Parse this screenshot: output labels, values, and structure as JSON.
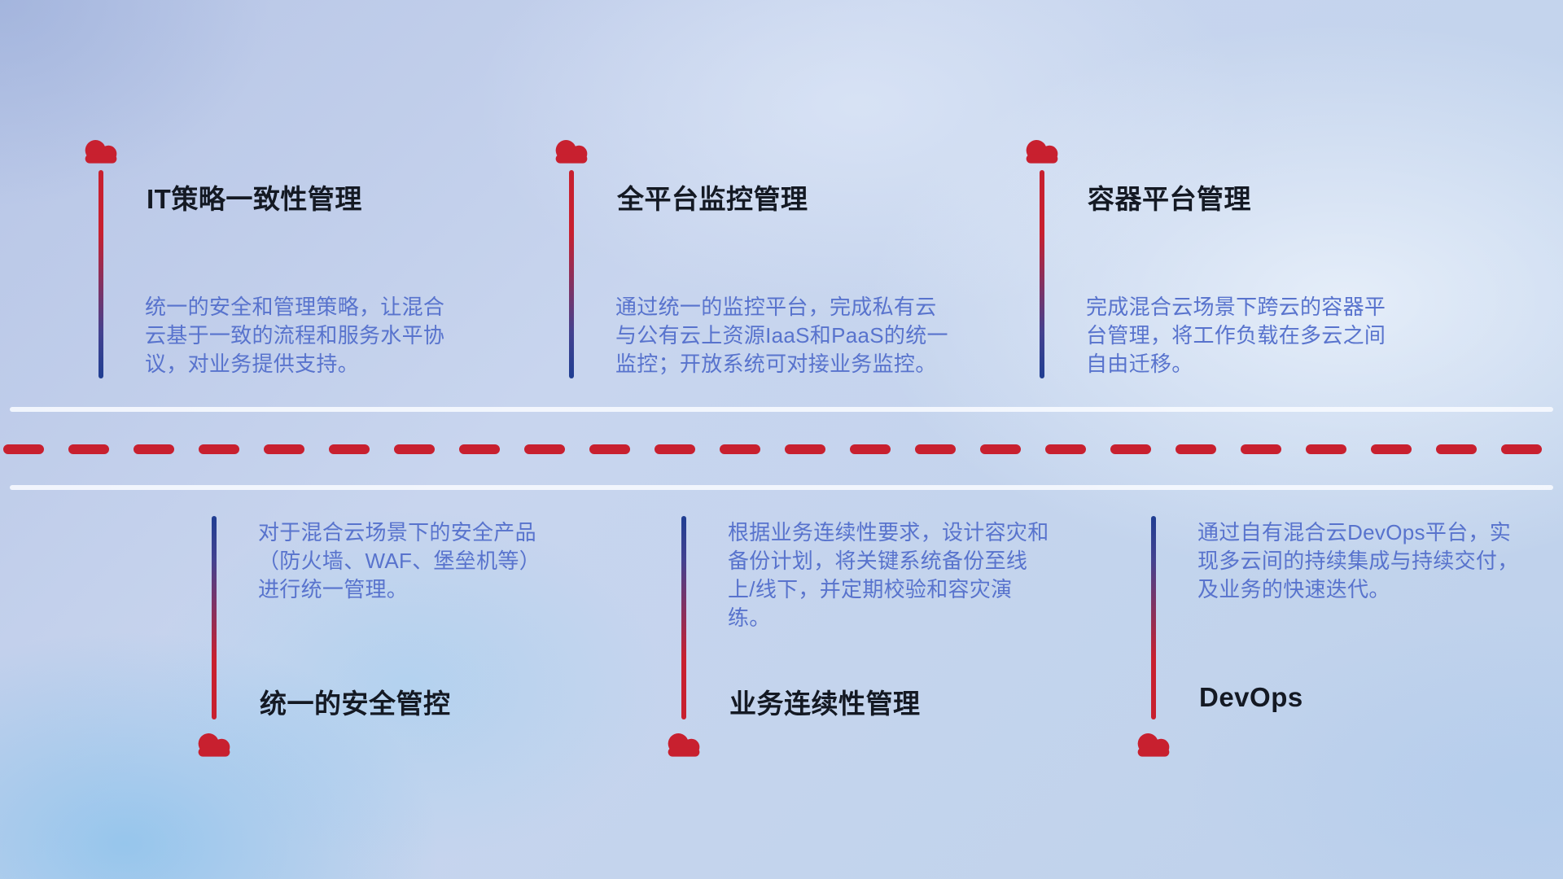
{
  "page": {
    "features_top": [
      {
        "title": "IT策略一致性管理",
        "description": "统一的安全和管理策略，让混合云基于一致的流程和服务水平协议，对业务提供支持。"
      },
      {
        "title": "全平台监控管理",
        "description": "通过统一的监控平台，完成私有云与公有云上资源IaaS和PaaS的统一监控；开放系统可对接业务监控。"
      },
      {
        "title": "容器平台管理",
        "description": "完成混合云场景下跨云的容器平台管理，将工作负载在多云之间自由迁移。"
      }
    ],
    "features_bottom": [
      {
        "title": "统一的安全管控",
        "description": "对于混合云场景下的安全产品（防火墙、WAF、堡垒机等）进行统一管理。"
      },
      {
        "title": "业务连续性管理",
        "description": "根据业务连续性要求，设计容灾和备份计划，将关键系统备份至线上/线下，并定期校验和容灾演练。"
      },
      {
        "title": "DevOps",
        "description": "通过自有混合云DevOps平台，实现多云间的持续集成与持续交付，及业务的快速迭代。"
      }
    ],
    "colors": {
      "cloud_red": "#c8202f",
      "line_blue": "#1f3e92",
      "title_text": "#141923",
      "body_text": "#5873cd",
      "divider_white": "#f8fbff"
    }
  }
}
